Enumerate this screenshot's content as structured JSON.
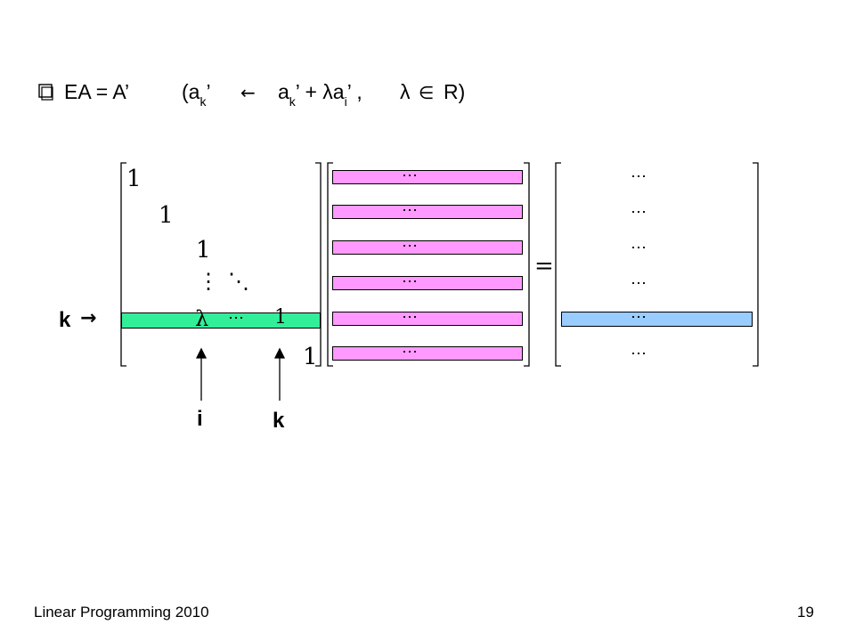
{
  "title": {
    "bullet_icon": "square-bullet-icon",
    "lhs": "EA = A’",
    "open_a": "(a",
    "sub_k1": "k",
    "prime1": "’",
    "arrow": "←",
    "a2": "a",
    "sub_k2": "k",
    "prime2": "’ +",
    "lambda_a": "λa",
    "sub_i": "i",
    "prime3": "’ ,",
    "lambda2": "λ",
    "elem": "∈",
    "close": "R)"
  },
  "matrix_e": {
    "diag": [
      "1",
      "1",
      "1"
    ],
    "vdots": "⋮",
    "ddots": "⋱",
    "lambda": "λ",
    "hdots": "⋯",
    "row_one": "1",
    "last_one": "1"
  },
  "matrix_a": {
    "rows": [
      "⋯",
      "⋯",
      "⋯",
      "⋯",
      "⋯",
      "⋯"
    ]
  },
  "equals": "=",
  "matrix_result": {
    "rows": [
      "⋯",
      "⋯",
      "⋯",
      "⋯",
      "⋯",
      "⋯"
    ]
  },
  "labels": {
    "k_row": "k",
    "k_arrow": "→",
    "i_col": "i",
    "k_col": "k"
  },
  "footer": {
    "course": "Linear Programming 2010",
    "page": "19"
  }
}
